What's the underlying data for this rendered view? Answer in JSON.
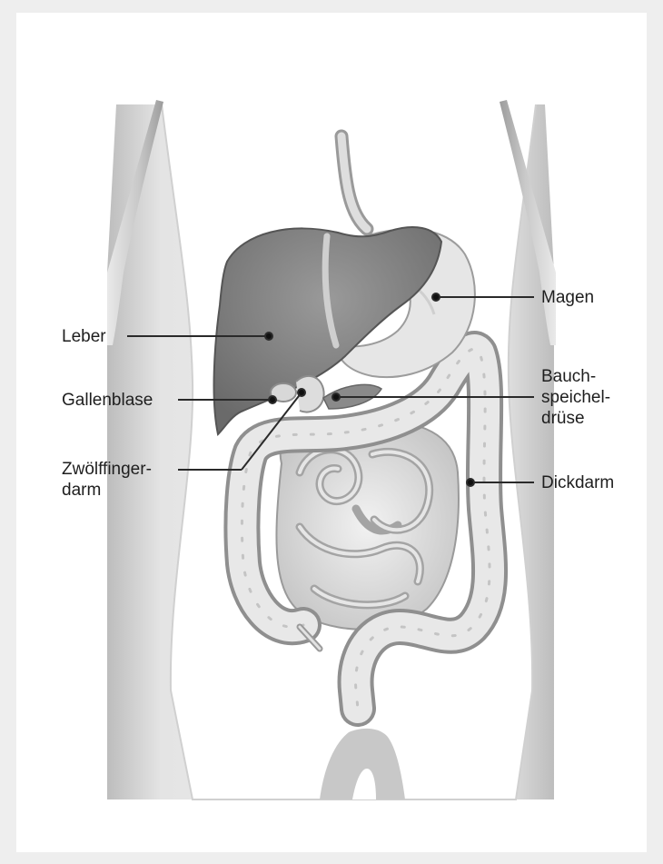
{
  "labels": {
    "leber": "Leber",
    "gallenblase": "Gallenblase",
    "zwoelffingerdarm": [
      "Zwölffinger-",
      "darm"
    ],
    "magen": "Magen",
    "bauchspeicheldruese": [
      "Bauch-",
      "speichel-",
      "drüse"
    ],
    "dickdarm": "Dickdarm"
  }
}
